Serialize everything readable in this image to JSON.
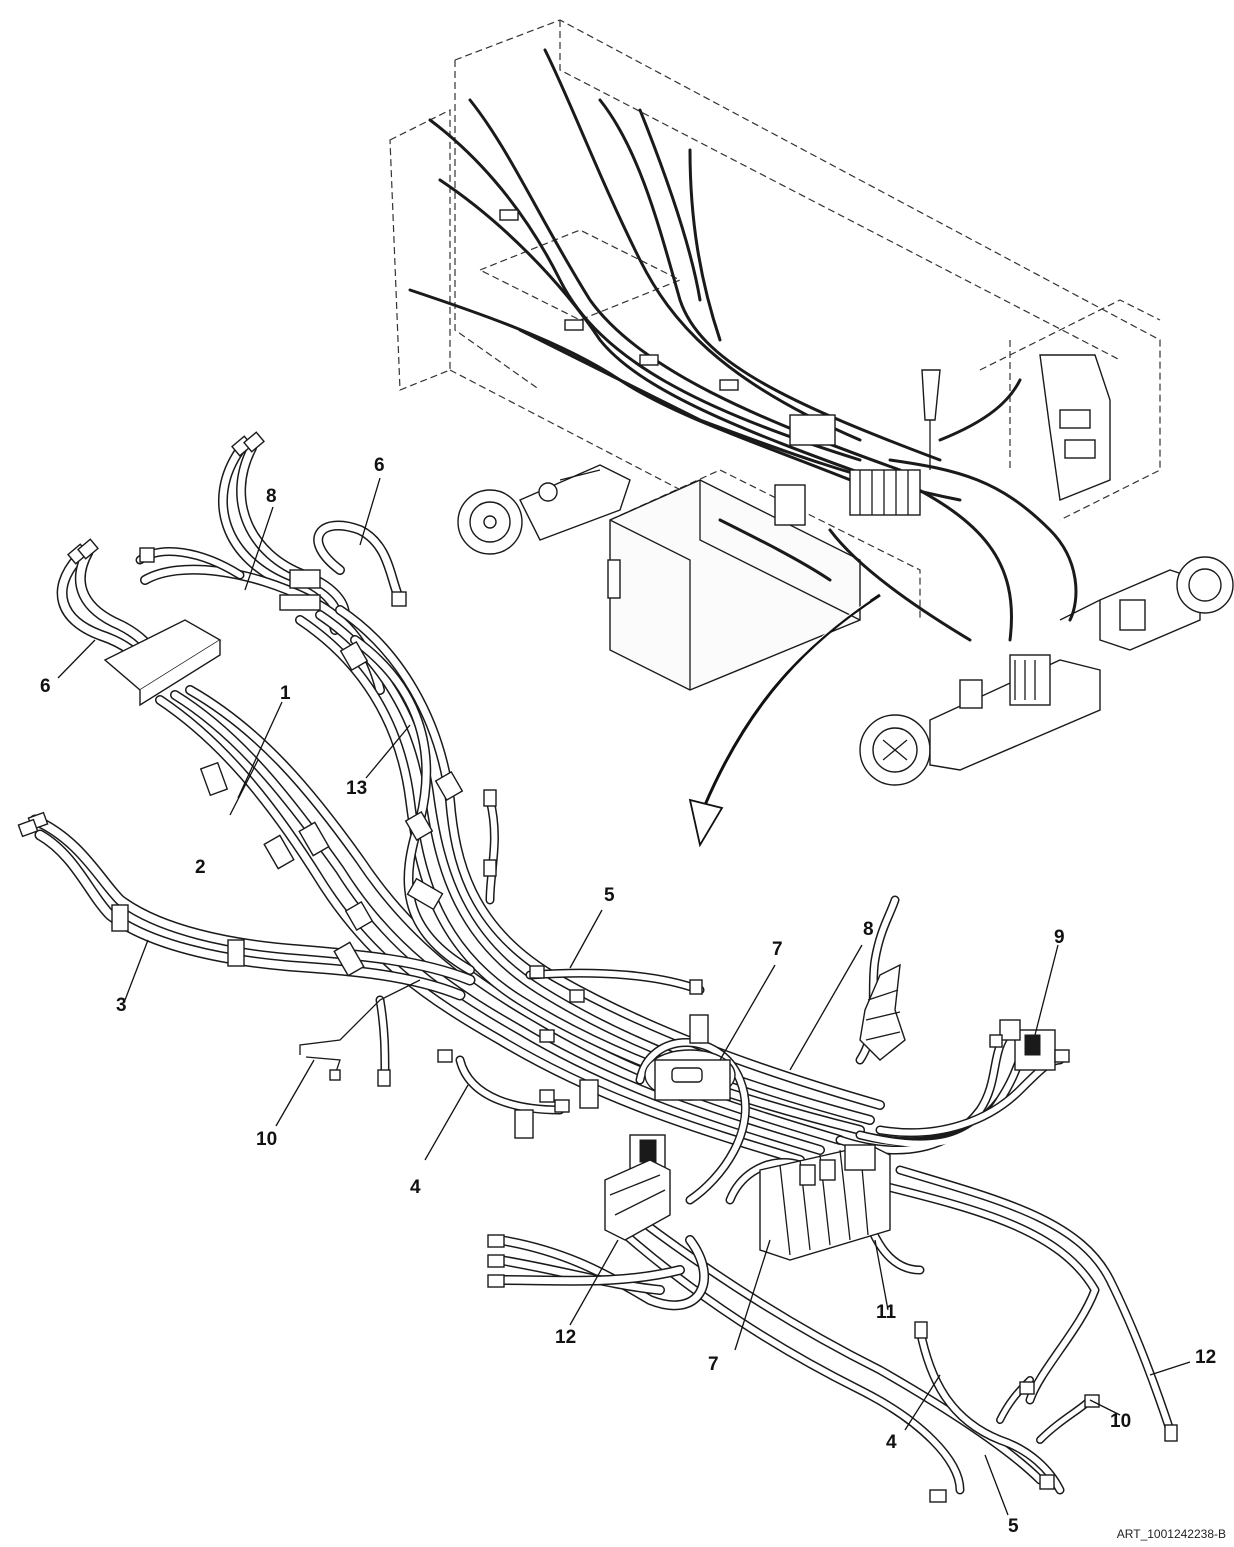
{
  "art_reference": "ART_1001242238-B",
  "callouts": {
    "c1": "1",
    "c2": "2",
    "c3": "3",
    "c4a": "4",
    "c4b": "4",
    "c5a": "5",
    "c5b": "5",
    "c6a": "6",
    "c6b": "6",
    "c7a": "7",
    "c7b": "7",
    "c8a": "8",
    "c8b": "8",
    "c9": "9",
    "c10a": "10",
    "c10b": "10",
    "c11": "11",
    "c12a": "12",
    "c12b": "12",
    "c13": "13"
  },
  "colors": {
    "line": "#1a1a1a",
    "background": "#ffffff"
  }
}
